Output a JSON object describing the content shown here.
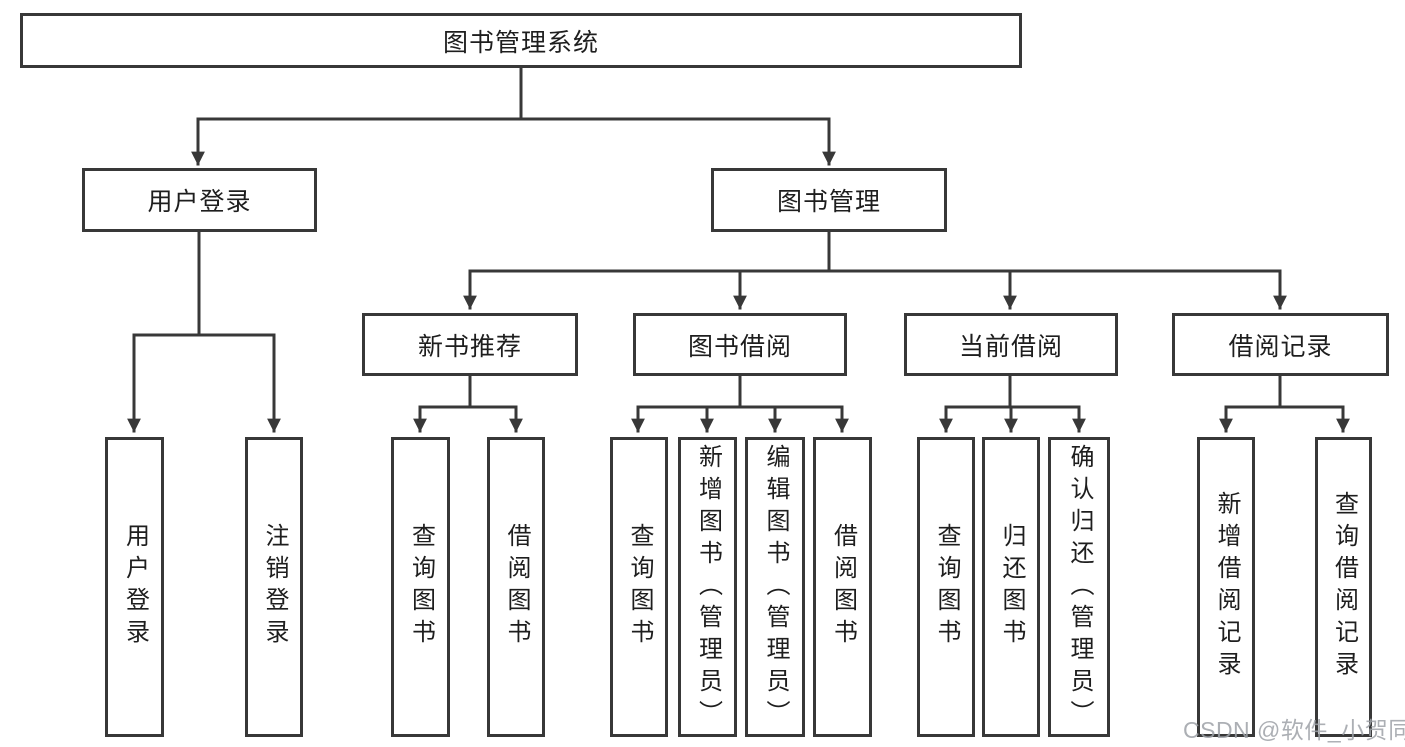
{
  "diagram": {
    "root": "图书管理系统",
    "branches": [
      {
        "label": "用户登录",
        "children": [
          "用户登录",
          "注销登录"
        ]
      },
      {
        "label": "图书管理",
        "sections": [
          {
            "label": "新书推荐",
            "children": [
              "查询图书",
              "借阅图书"
            ]
          },
          {
            "label": "图书借阅",
            "children": [
              "查询图书",
              "新增图书（管理员）",
              "编辑图书（管理员）",
              "借阅图书"
            ]
          },
          {
            "label": "当前借阅",
            "children": [
              "查询图书",
              "归还图书",
              "确认归还（管理员）"
            ]
          },
          {
            "label": "借阅记录",
            "children": [
              "新增借阅记录",
              "查询借阅记录"
            ]
          }
        ]
      }
    ]
  },
  "watermark": "CSDN @软件_小贺同学",
  "colors": {
    "line": "#383838",
    "box_border": "#383838",
    "text": "#1e1e1e",
    "watermark": "#9ea2a8",
    "background": "#ffffff"
  }
}
